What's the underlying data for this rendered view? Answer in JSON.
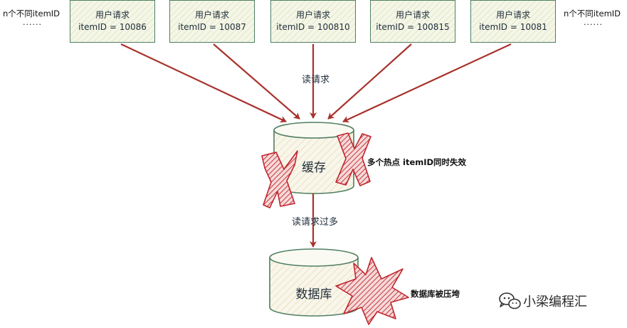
{
  "top_left_note": {
    "label": "n个不同itemID",
    "dots": "······"
  },
  "top_right_note": {
    "label": "n个不同itemID",
    "dots": "······"
  },
  "requests": [
    {
      "title": "用户请求",
      "item": "itemID = 10086"
    },
    {
      "title": "用户请求",
      "item": "itemID = 10087"
    },
    {
      "title": "用户请求",
      "item": "itemID = 100810"
    },
    {
      "title": "用户请求",
      "item": "itemID = 100815"
    },
    {
      "title": "用户请求",
      "item": "itemID = 10081"
    }
  ],
  "flow": {
    "read_label": "读请求",
    "read_excess_label": "读请求过多"
  },
  "cache": {
    "label": "缓存",
    "failure_note": "多个热点 itemID同时失效"
  },
  "database": {
    "label": "数据库",
    "crash_note": "数据库被压垮"
  },
  "watermark": {
    "icon": "wechat-icon",
    "text": "小梁编程汇"
  },
  "colors": {
    "arrow": "#a8322c",
    "box_border": "#4f7f63",
    "box_fill": "#f3f7ea",
    "hatch": "#d6b650",
    "danger": "#c0252b"
  }
}
